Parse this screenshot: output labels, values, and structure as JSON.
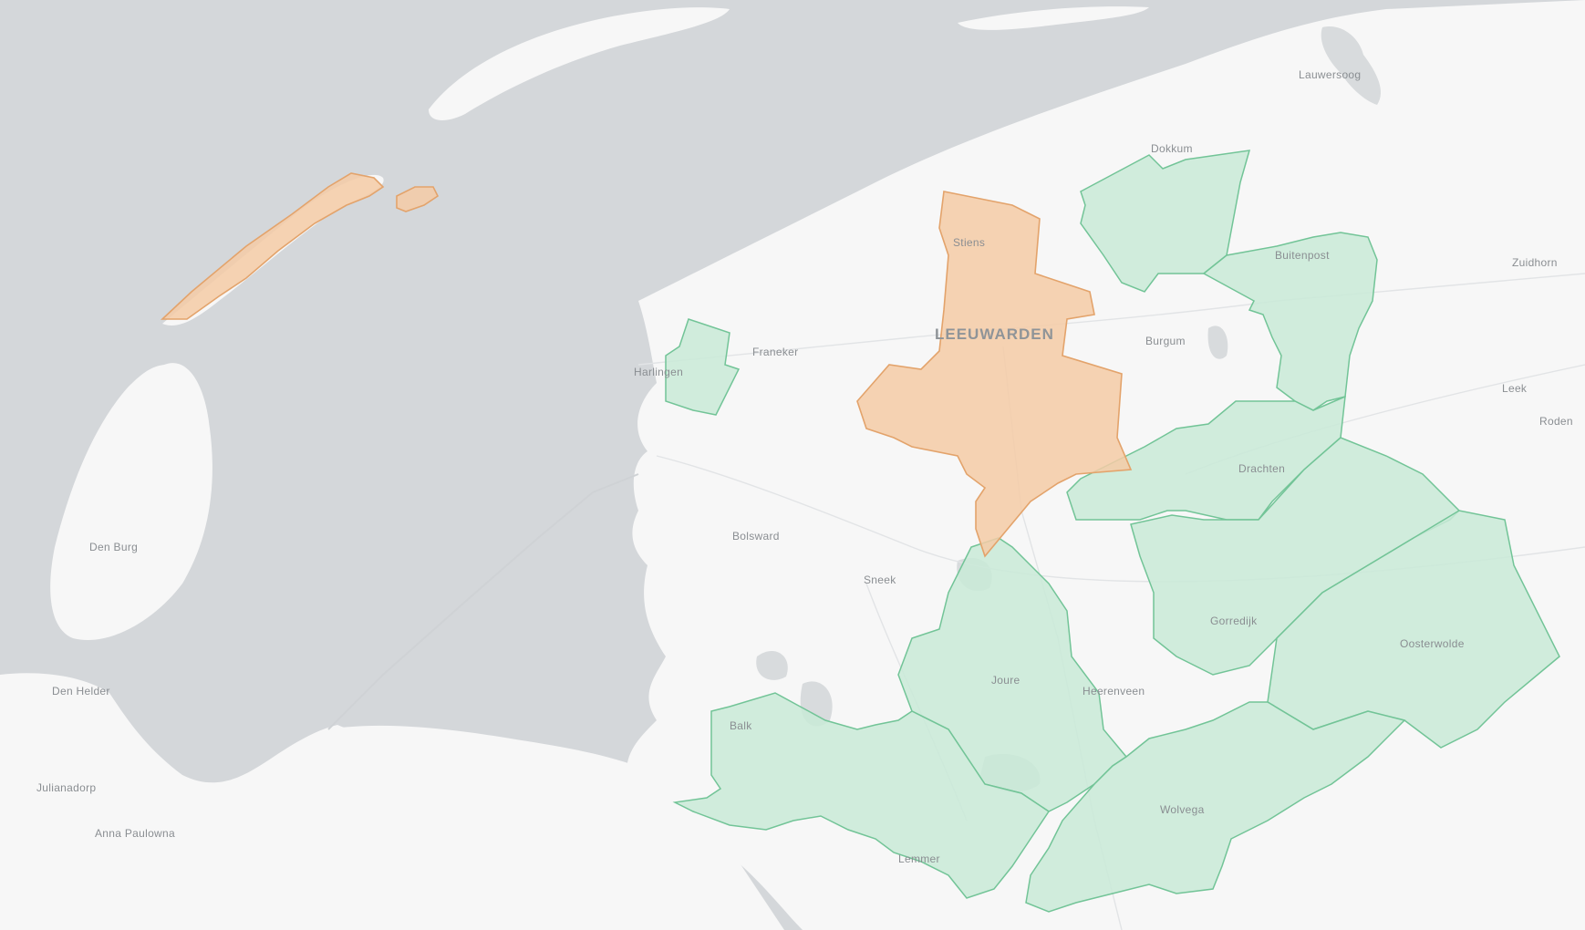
{
  "map": {
    "colors": {
      "water": "#d4d7da",
      "land": "#f7f7f7",
      "selected_region_fill": "#f5cba6",
      "selected_region_stroke": "#e3a36b",
      "region_fill": "#c9ead7",
      "region_stroke": "#72c497"
    },
    "labels": {
      "leeuwarden": "LEEUWARDEN",
      "dokkum": "Dokkum",
      "buitenpost": "Buitenpost",
      "zuidhorn": "Zuidhorn",
      "stiens": "Stiens",
      "burgum": "Burgum",
      "franeker": "Franeker",
      "harlingen": "Harlingen",
      "drachten": "Drachten",
      "leek": "Leek",
      "roden": "Roden",
      "bolsward": "Bolsward",
      "sneek": "Sneek",
      "gorredijk": "Gorredijk",
      "oosterwolde": "Oosterwolde",
      "joure": "Joure",
      "heerenveen": "Heerenveen",
      "den_burg": "Den Burg",
      "den_helder": "Den Helder",
      "julianadorp": "Julianadorp",
      "anna_paulowna": "Anna Paulowna",
      "wolvega": "Wolvega",
      "lemmer": "Lemmer",
      "balk": "Balk",
      "lauwersoog": "Lauwersoog"
    }
  }
}
